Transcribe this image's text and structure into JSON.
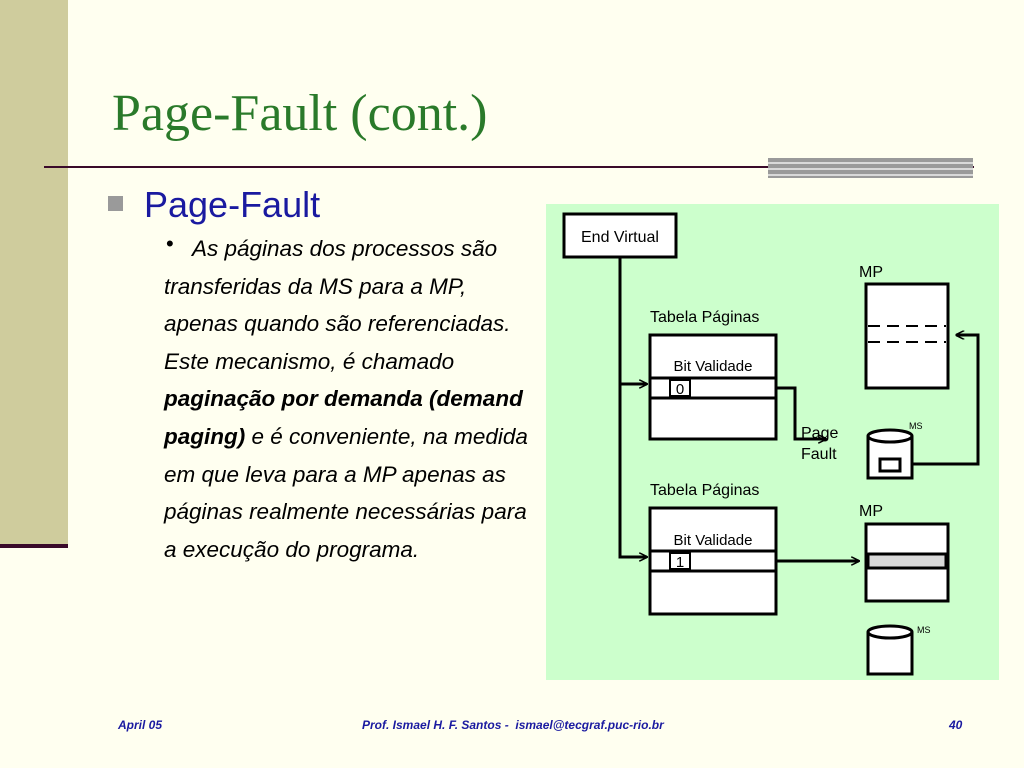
{
  "slide": {
    "title": "Page-Fault (cont.)",
    "bullet_heading": "Page-Fault",
    "sub_bullet": {
      "lead_text": "As páginas dos processos são transferidas da MS para a MP, apenas quando são referenciadas. Este mecanismo, é chamado ",
      "bold_text": "paginação por demanda (demand paging)",
      "tail_text": " e é conveniente, na medida em que leva para a MP apenas as páginas realmente necessárias para a execução do programa."
    }
  },
  "diagram": {
    "end_virtual_label": "End Virtual",
    "top": {
      "mp_label": "MP",
      "table_label": "Tabela Páginas",
      "bit_label": "Bit Validade",
      "bit_value": "0",
      "page_fault_line1": "Page",
      "page_fault_line2": "Fault",
      "ms_label": "MS"
    },
    "bottom": {
      "table_label": "Tabela Páginas",
      "mp_label": "MP",
      "bit_label": "Bit Validade",
      "bit_value": "1",
      "ms_label": "MS"
    }
  },
  "footer": {
    "date": "April 05",
    "author": "Prof. Ismael H. F. Santos -  ismael@tecgraf.puc-rio.br",
    "page": "40"
  },
  "colors": {
    "title": "#2a7a2a",
    "heading": "#1a1aa0",
    "left_band": "#cfcc9d",
    "rule": "#3a0a2a",
    "diagram_bg": "#ccffcc",
    "slide_bg": "#fffff0"
  }
}
